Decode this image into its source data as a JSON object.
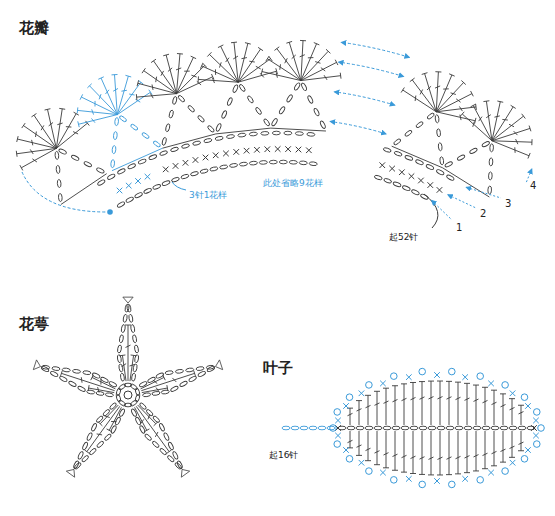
{
  "diagram": {
    "labels": [
      "花瓣",
      "3针1花样",
      "此处省略9花样",
      "起52针",
      "1",
      "2",
      "3",
      "4",
      "花萼",
      "叶子",
      "起16针"
    ]
  }
}
